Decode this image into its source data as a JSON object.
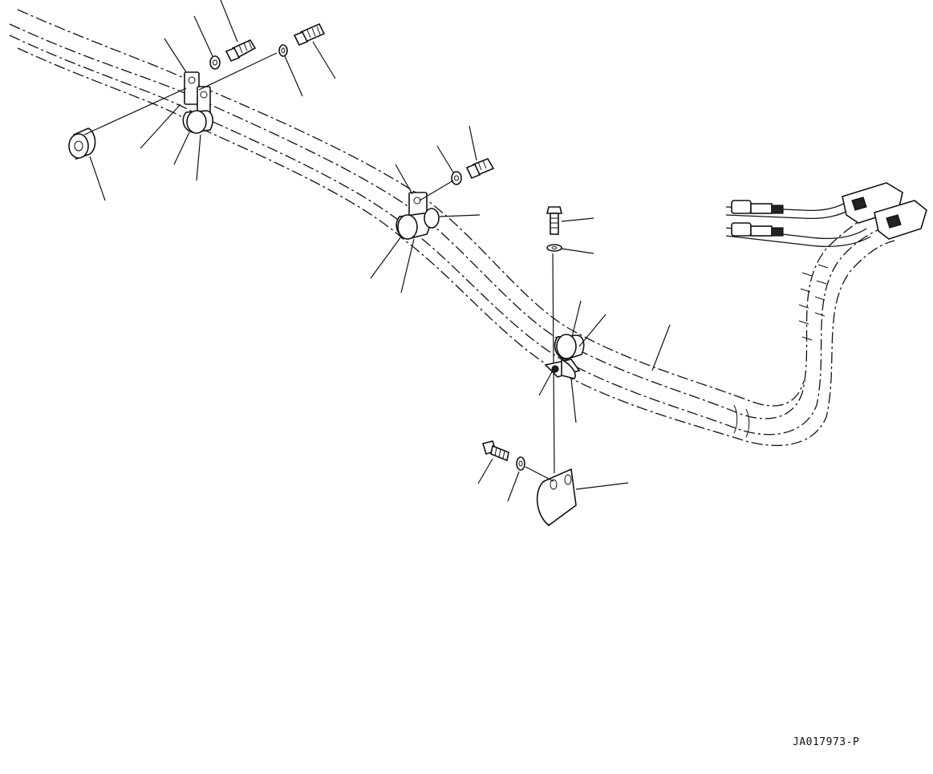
{
  "drawing": {
    "code": "JA017973-P",
    "parts": [
      {
        "name": "pipe-assembly"
      },
      {
        "name": "clamp-1"
      },
      {
        "name": "clamp-2"
      },
      {
        "name": "clamp-3"
      },
      {
        "name": "bracket"
      },
      {
        "name": "spacer"
      },
      {
        "name": "bolt"
      },
      {
        "name": "washer"
      },
      {
        "name": "connector"
      }
    ]
  }
}
